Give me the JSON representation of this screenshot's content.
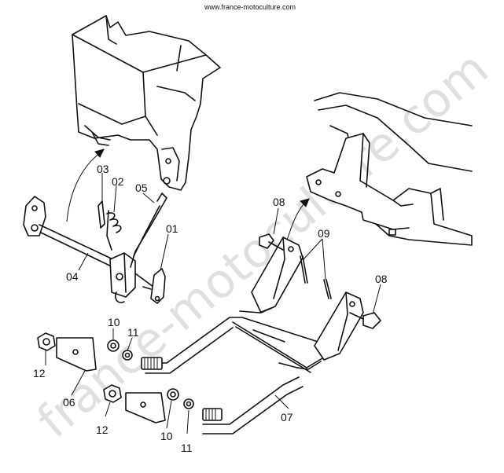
{
  "source_url": "www.france-motoculture.com",
  "watermark": "france-motoculture.com",
  "callouts": [
    {
      "id": "01",
      "label": "01"
    },
    {
      "id": "02",
      "label": "02"
    },
    {
      "id": "03",
      "label": "03"
    },
    {
      "id": "04",
      "label": "04"
    },
    {
      "id": "05",
      "label": "05"
    },
    {
      "id": "06",
      "label": "06"
    },
    {
      "id": "07",
      "label": "07"
    },
    {
      "id": "08a",
      "label": "08"
    },
    {
      "id": "08b",
      "label": "08"
    },
    {
      "id": "09",
      "label": "09"
    },
    {
      "id": "10a",
      "label": "10"
    },
    {
      "id": "10b",
      "label": "10"
    },
    {
      "id": "11a",
      "label": "11"
    },
    {
      "id": "11b",
      "label": "11"
    },
    {
      "id": "12a",
      "label": "12"
    },
    {
      "id": "12b",
      "label": "12"
    }
  ]
}
